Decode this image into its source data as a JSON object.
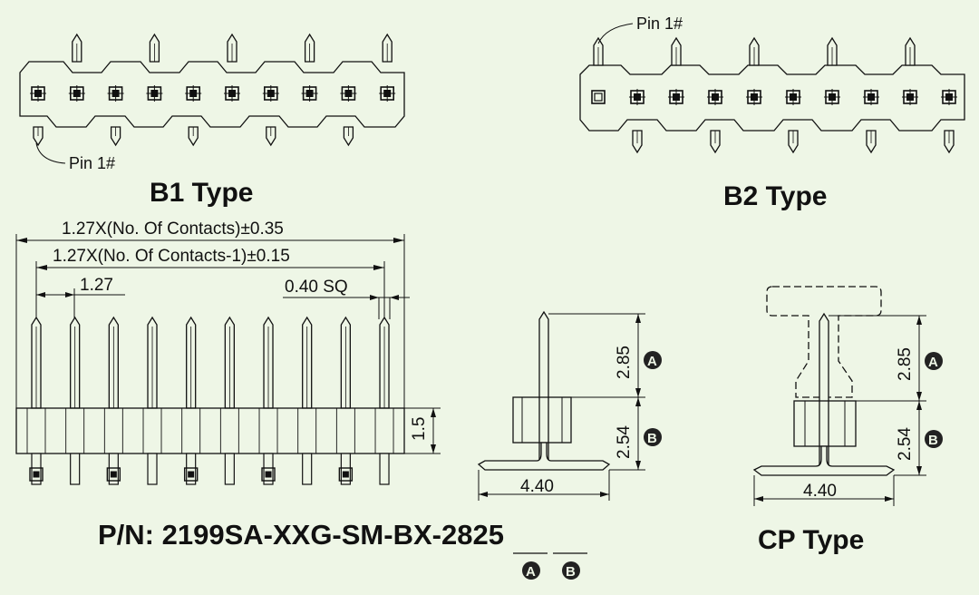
{
  "b1": {
    "title": "B1 Type",
    "pin_label": "Pin 1#"
  },
  "b2": {
    "title": "B2 Type",
    "pin_label": "Pin 1#"
  },
  "dims": {
    "total_length": "1.27X(No. Of Contacts)±0.35",
    "pitch_length": "1.27X(No. Of Contacts-1)±0.15",
    "pitch": "1.27",
    "pin_sq": "0.40 SQ",
    "housing_h": "1.5",
    "dim_a": "2.85",
    "dim_b": "2.54",
    "foot": "4.40",
    "cp_a": "2.85",
    "cp_b": "2.54",
    "cp_foot": "4.40"
  },
  "markers": {
    "a": "A",
    "b": "B"
  },
  "part_number": {
    "prefix": "P/N: 2199SA-XXG-SM-BX-",
    "code_a": "28",
    "code_b": "25"
  },
  "cp": {
    "title": "CP Type"
  }
}
